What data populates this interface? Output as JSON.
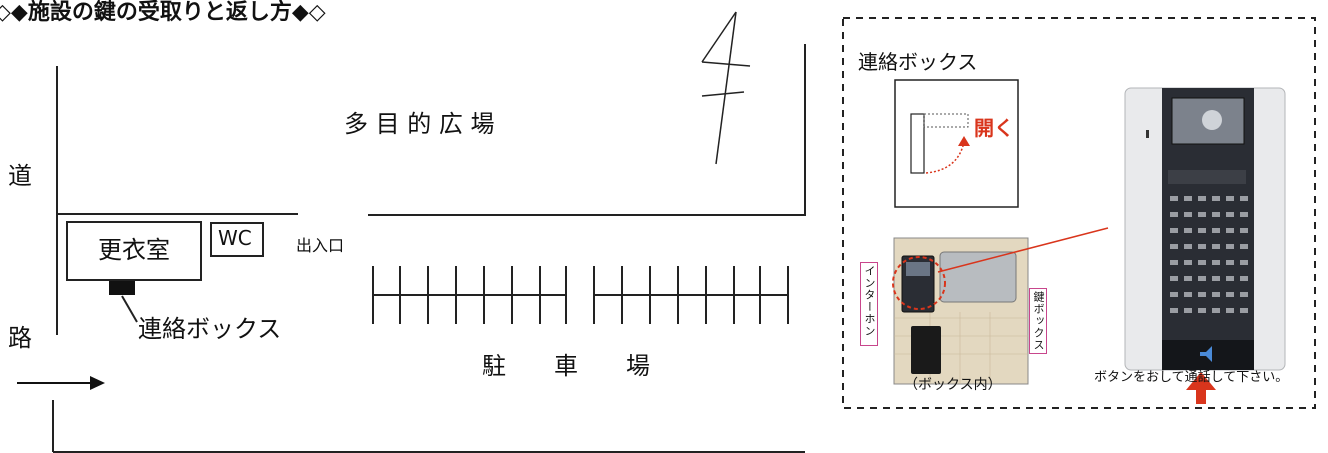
{
  "title": "◇◆施設の鍵の受取りと返し方◆◇",
  "map": {
    "plaza": "多 目 的 広 場",
    "road_top": "道",
    "road_bottom": "路",
    "changing_room": "更衣室",
    "wc": "WC",
    "entrance": "出入口",
    "contact_box": "連絡ボックス",
    "parking": "駐　　車　　場"
  },
  "detail": {
    "heading": "連絡ボックス",
    "open_label": "開く",
    "intercom_label": "インターホン",
    "key_box_label": "鍵ボックス",
    "inside_box": "（ボックス内）",
    "instruction": "ボタンをおして通話して下さい。"
  },
  "colors": {
    "accent_red": "#d9351c",
    "magenta_border": "#c8468c"
  }
}
